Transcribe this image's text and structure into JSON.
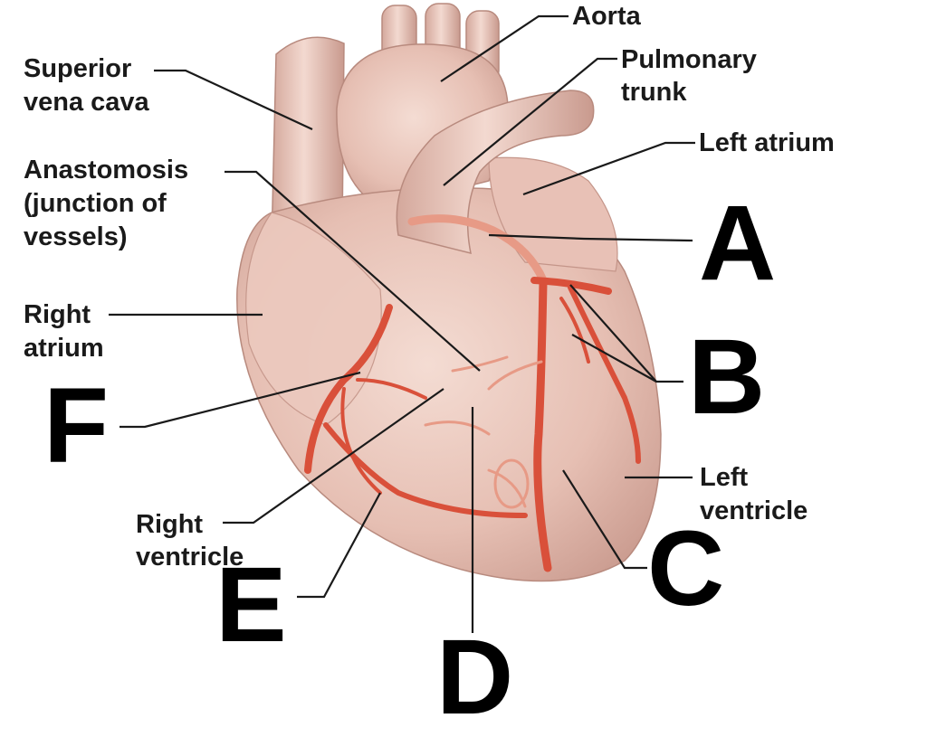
{
  "labels": {
    "aorta": "Aorta",
    "pulmonary_trunk_1": "Pulmonary",
    "pulmonary_trunk_2": "trunk",
    "left_atrium": "Left atrium",
    "superior_vena_cava_1": "Superior",
    "superior_vena_cava_2": "vena cava",
    "anastomosis_1": "Anastomosis",
    "anastomosis_2": "(junction of",
    "anastomosis_3": "vessels)",
    "right_atrium_1": "Right",
    "right_atrium_2": "atrium",
    "right_ventricle_1": "Right",
    "right_ventricle_2": "ventricle",
    "left_ventricle_1": "Left",
    "left_ventricle_2": "ventricle"
  },
  "letters": {
    "a": "A",
    "b": "B",
    "c": "C",
    "d": "D",
    "e": "E",
    "f": "F"
  },
  "colors": {
    "heart_tissue": "#e9c4b9",
    "heart_shadow": "#c99a8e",
    "coronary_artery": "#d9503a",
    "leader_line": "#1a1a1a"
  }
}
